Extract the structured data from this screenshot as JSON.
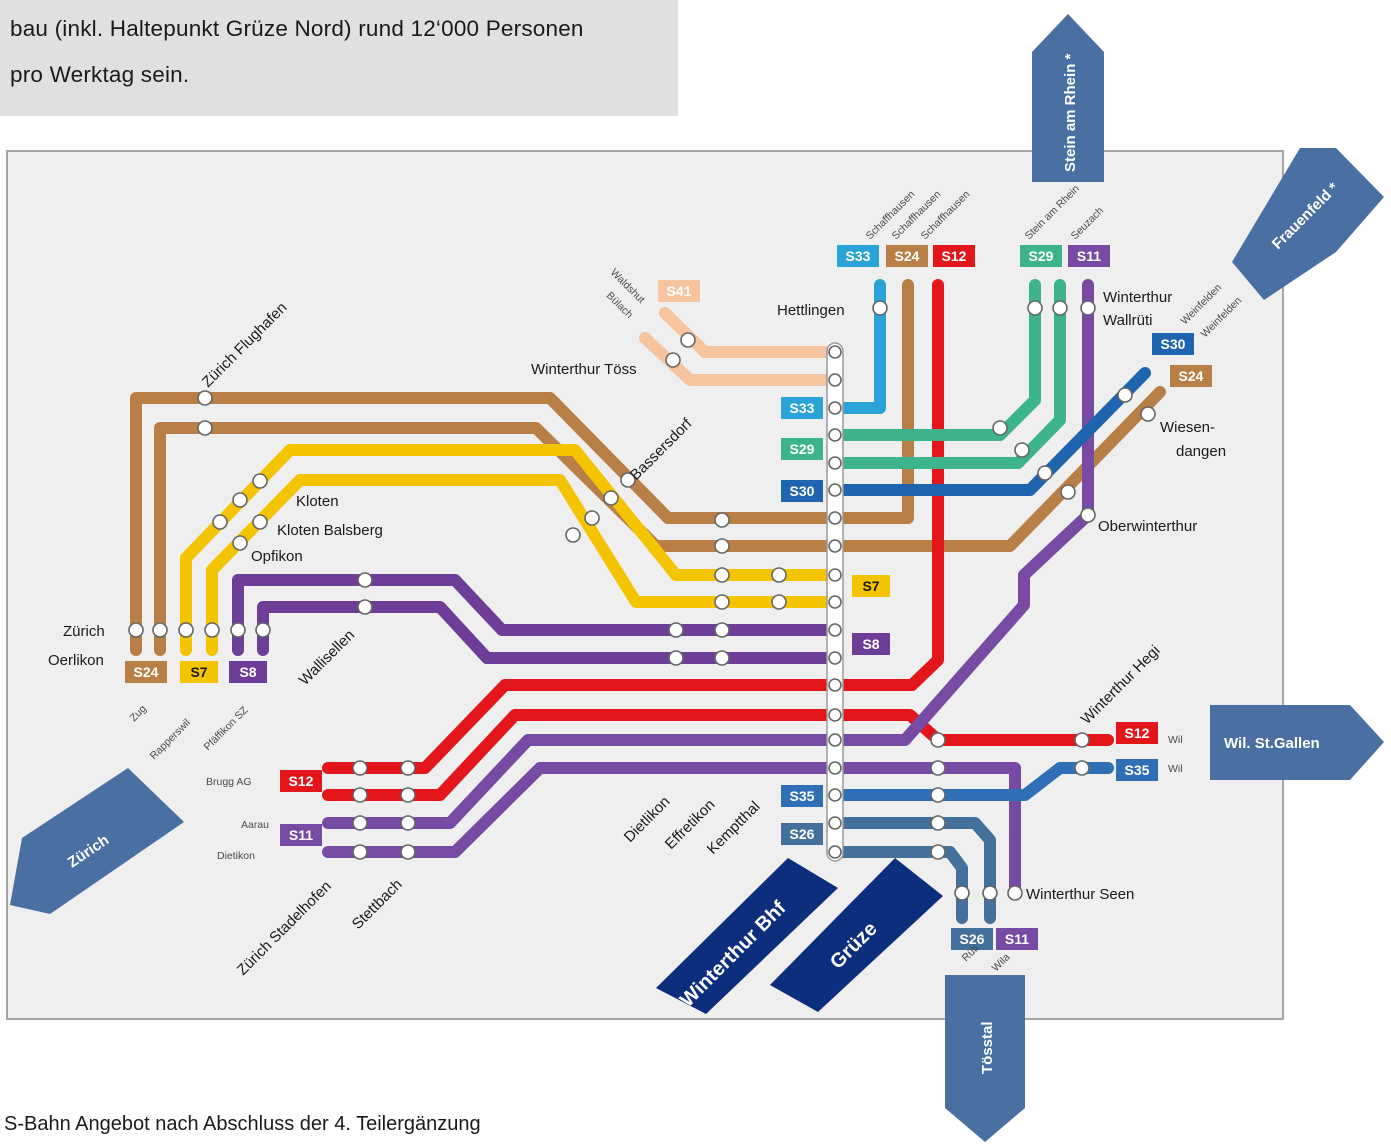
{
  "intro_text": {
    "line1": "bau (inkl. Haltepunkt Grüze Nord) rund 12‘000 Personen",
    "line2": "pro Werktag sein."
  },
  "caption": "S-Bahn Angebot nach Abschluss der 4. Teilergänzung",
  "colors": {
    "S24": "#b87f46",
    "S7": "#f5c400",
    "S8": "#6e3d98",
    "S12": "#e2161b",
    "S11": "#774aa4",
    "S33": "#2aa3d6",
    "S29": "#3db48c",
    "S30": "#1f64ae",
    "S35": "#2f6fb6",
    "S26": "#44709c",
    "S41": "#f6c49e",
    "arrow": "#4a6fa2",
    "dark": "#0c2e7c"
  },
  "arrows": {
    "stein": "Stein am Rhein *",
    "frauenfeld": "Frauenfeld *",
    "wil": "Wil. St.Gallen",
    "zurich": "Zürich",
    "toesstal": "Tösstal"
  },
  "hub_labels": {
    "winterthur_bhf": "Winterthur Bhf",
    "gruze": "Grüze"
  },
  "stations": {
    "hettlingen": "Hettlingen",
    "toess": "Winterthur Töss",
    "flughafen": "Zürich Flughafen",
    "bassersdorf": "Bassersdorf",
    "kloten": "Kloten",
    "kloten_balsberg": "Kloten Balsberg",
    "opfikon": "Opfikon",
    "oerlikon1": "Zürich",
    "oerlikon2": "Oerlikon",
    "wallisellen": "Wallisellen",
    "wallrueti1": "Winterthur",
    "wallrueti2": "Wallrüti",
    "wiesendangen1": "Wiesen-",
    "wiesendangen2": "dangen",
    "oberwinterthur": "Oberwinterthur",
    "hegi": "Winterthur Hegi",
    "seen": "Winterthur Seen",
    "dietlikon": "Dietlikon",
    "effretikon": "Effretikon",
    "kemptthal": "Kemptthal",
    "stadelhofen": "Zürich Stadelhofen",
    "stettbach": "Stettbach"
  },
  "destinations": {
    "schaffhausen_s33": "Schaffhausen",
    "schaffhausen_s24": "Schaffhausen",
    "schaffhausen_s12": "Schaffhausen",
    "stein_s29": "Stein am Rhein",
    "seuzach_s11": "Seuzach",
    "waldshut": "Waldshut",
    "buelach": "Bülach",
    "weinfelden_s30": "Weinfelden",
    "weinfelden_s24": "Weinfelden",
    "zug": "Zug",
    "rapperswil": "Rapperswil",
    "pfaeffikon": "Pfäffikon SZ",
    "brugg": "Brugg AG",
    "aarau": "Aarau",
    "dietikon": "Dietikon",
    "wil_s12": "Wil",
    "wil_s35": "Wil",
    "rueti": "Rüti",
    "wila": "Wila"
  },
  "line_codes": {
    "S33": "S33",
    "S24": "S24",
    "S12": "S12",
    "S29": "S29",
    "S11": "S11",
    "S41": "S41",
    "S30": "S30",
    "S7": "S7",
    "S8": "S8",
    "S35": "S35",
    "S26": "S26"
  }
}
